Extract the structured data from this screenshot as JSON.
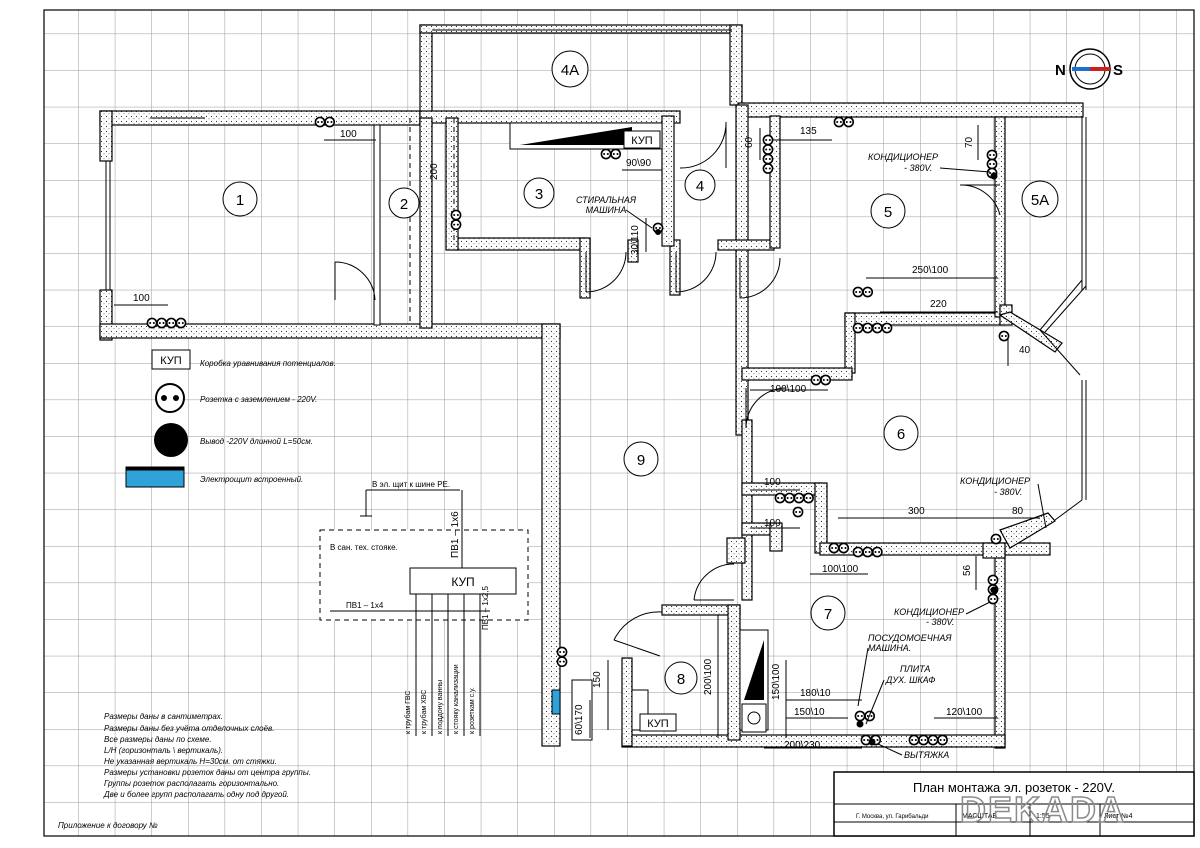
{
  "compass": {
    "left": "N",
    "right": "S",
    "left_color": "#1f6fd0",
    "right_color": "#d01f1f"
  },
  "rooms": {
    "r1": "1",
    "r2": "2",
    "r3": "3",
    "r4": "4",
    "r4a": "4A",
    "r5": "5",
    "r5a": "5A",
    "r6": "6",
    "r7": "7",
    "r8": "8",
    "r9": "9"
  },
  "dimensions": {
    "d100_top": "100",
    "d100_left": "100",
    "d200_v": "200",
    "d90_90": "90\\90",
    "d30_110": "30\\110",
    "d60_top": "60",
    "d135": "135",
    "d70": "70",
    "d250_100": "250\\100",
    "d220": "220",
    "d40": "40",
    "d100_100_mid": "100\\100",
    "d100_a": "100",
    "d100_b": "100",
    "d300": "300",
    "d80": "80",
    "d100_100_low": "100\\100",
    "d56": "56",
    "d150_v": "150",
    "d60_170": "60\\170",
    "d200_100": "200\\100",
    "d150_100": "150\\100",
    "d180_10": "180\\10",
    "d150_10": "150\\10",
    "d120_100": "120\\100",
    "d200_230": "200\\230"
  },
  "annotations": {
    "kup_room3": "КУП",
    "kup_room8": "КУП",
    "washer": [
      "СТИРАЛЬНАЯ",
      "МАШИНА"
    ],
    "ac_room5": [
      "КОНДИЦИОНЕР",
      "- 380V."
    ],
    "ac_room6": [
      "КОНДИЦИОНЕР",
      "- 380V."
    ],
    "ac_room7": [
      "КОНДИЦИОНЕР",
      "- 380V."
    ],
    "dishwasher": [
      "ПОСУДОМОЕЧНАЯ",
      "МАШИНА."
    ],
    "stove": [
      "ПЛИТА",
      "ДУХ. ШКАФ"
    ],
    "hood": "ВЫТЯЖКА"
  },
  "legend": [
    {
      "icon": "kup-box-icon",
      "symbol": "КУП",
      "label": "Коробка уравнивания потенциалов."
    },
    {
      "icon": "grounded-socket-icon",
      "label": "Розетка с заземлением - 220V."
    },
    {
      "icon": "cable-output-icon",
      "label": "Вывод -220V длинной L=50см."
    },
    {
      "icon": "panel-icon",
      "label": "Электрощит встроенный."
    }
  ],
  "kup_schematic": {
    "top_label": "В эл. щит к шине РЕ.",
    "box_label": "В сан. тех. стояке.",
    "kup": "КУП",
    "cable_main": "ПВ1 – 1х6",
    "cable_left": "ПВ1 – 1х4",
    "cable_right": "ПВ1 – 1х2,5",
    "branches": [
      "к трубам ГВС",
      "к трубам ХВС",
      "к поддону ванны",
      "к стояку канализации",
      "к розеткам с.у."
    ]
  },
  "notes": [
    "Размеры даны в сантиметрах.",
    "Размеры даны без учёта отделочных слоёв.",
    "Все размеры даны по схеме.",
    "L/H (горизонталь \\ вертикаль).",
    "Не указанная вертикаль H=30см. от стяжки.",
    "Размеры установки розеток даны от центра группы.",
    "Группы розеток располагать горизонтально.",
    "Две и более групп располагать одну под другой."
  ],
  "footer_note": "Приложение к договору №",
  "title_block": {
    "title": "План монтажа эл. розеток - 220V.",
    "address": "Г. Москва, ул. Гарибальди",
    "scale_label": "МАСШТАБ",
    "scale_value": "1:55",
    "sheet_label": "Лист №4"
  },
  "watermark": "DEKADA"
}
